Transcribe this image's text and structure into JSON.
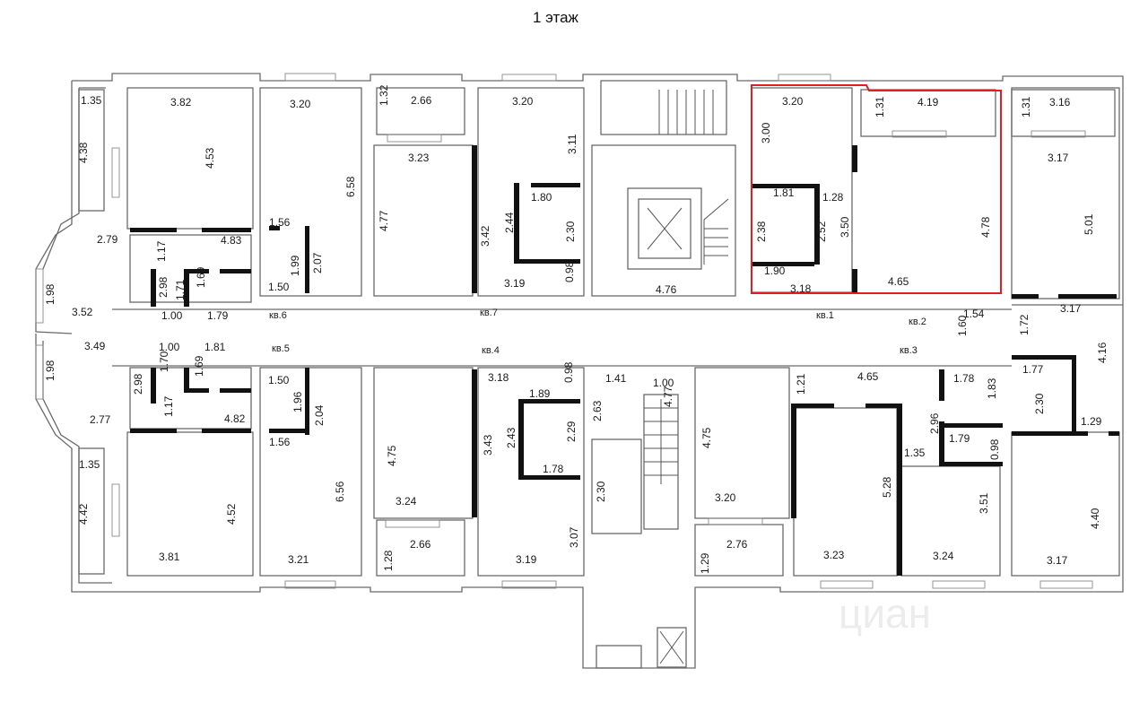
{
  "title": "1 этаж",
  "watermark": "циан",
  "highlight_color": "#e02020",
  "apartments": [
    "кв.6",
    "кв.7",
    "кв.1",
    "кв.5",
    "кв.4",
    "кв.2",
    "кв.3"
  ],
  "dimensions": [
    "1.35",
    "3.82",
    "3.20",
    "1.32",
    "2.66",
    "3.20",
    "3.20",
    "1.31",
    "4.19",
    "1.31",
    "3.16",
    "4.38",
    "4.53",
    "6.58",
    "3.23",
    "3.11",
    "3.00",
    "3.17",
    "1.80",
    "1.81",
    "1.28",
    "4.77",
    "3.42",
    "2.44",
    "2.30",
    "2.38",
    "2.52",
    "3.50",
    "4.78",
    "5.01",
    "1.56",
    "2.79",
    "4.83",
    "1.17",
    "1.99",
    "2.07",
    "1.98",
    "2.98",
    "1.71",
    "1.69",
    "0.98",
    "1.90",
    "3.52",
    "1.00",
    "1.79",
    "1.50",
    "3.19",
    "3.18",
    "4.65",
    "4.76",
    "3.17",
    "1.54",
    "1.60",
    "1.72",
    "3.49",
    "1.00",
    "1.81",
    "1.98",
    "2.98",
    "1.70",
    "1.69",
    "3.18",
    "0.98",
    "1.41",
    "1.00",
    "1.21",
    "4.65",
    "1.77",
    "1.78",
    "4.16",
    "1.50",
    "1.89",
    "1.83",
    "1.96",
    "2.04",
    "2.63",
    "4.77",
    "2.30",
    "2.77",
    "1.17",
    "4.82",
    "1.56",
    "4.75",
    "3.43",
    "2.43",
    "2.29",
    "4.75",
    "2.96",
    "1.79",
    "0.98",
    "1.29",
    "1.35",
    "1.78",
    "1.35",
    "4.42",
    "4.52",
    "6.56",
    "3.24",
    "2.30",
    "3.20",
    "5.28",
    "3.51",
    "4.40",
    "3.07",
    "1.28",
    "2.66",
    "1.29",
    "2.76",
    "3.81",
    "3.21",
    "3.19",
    "3.23",
    "3.24",
    "3.17"
  ]
}
